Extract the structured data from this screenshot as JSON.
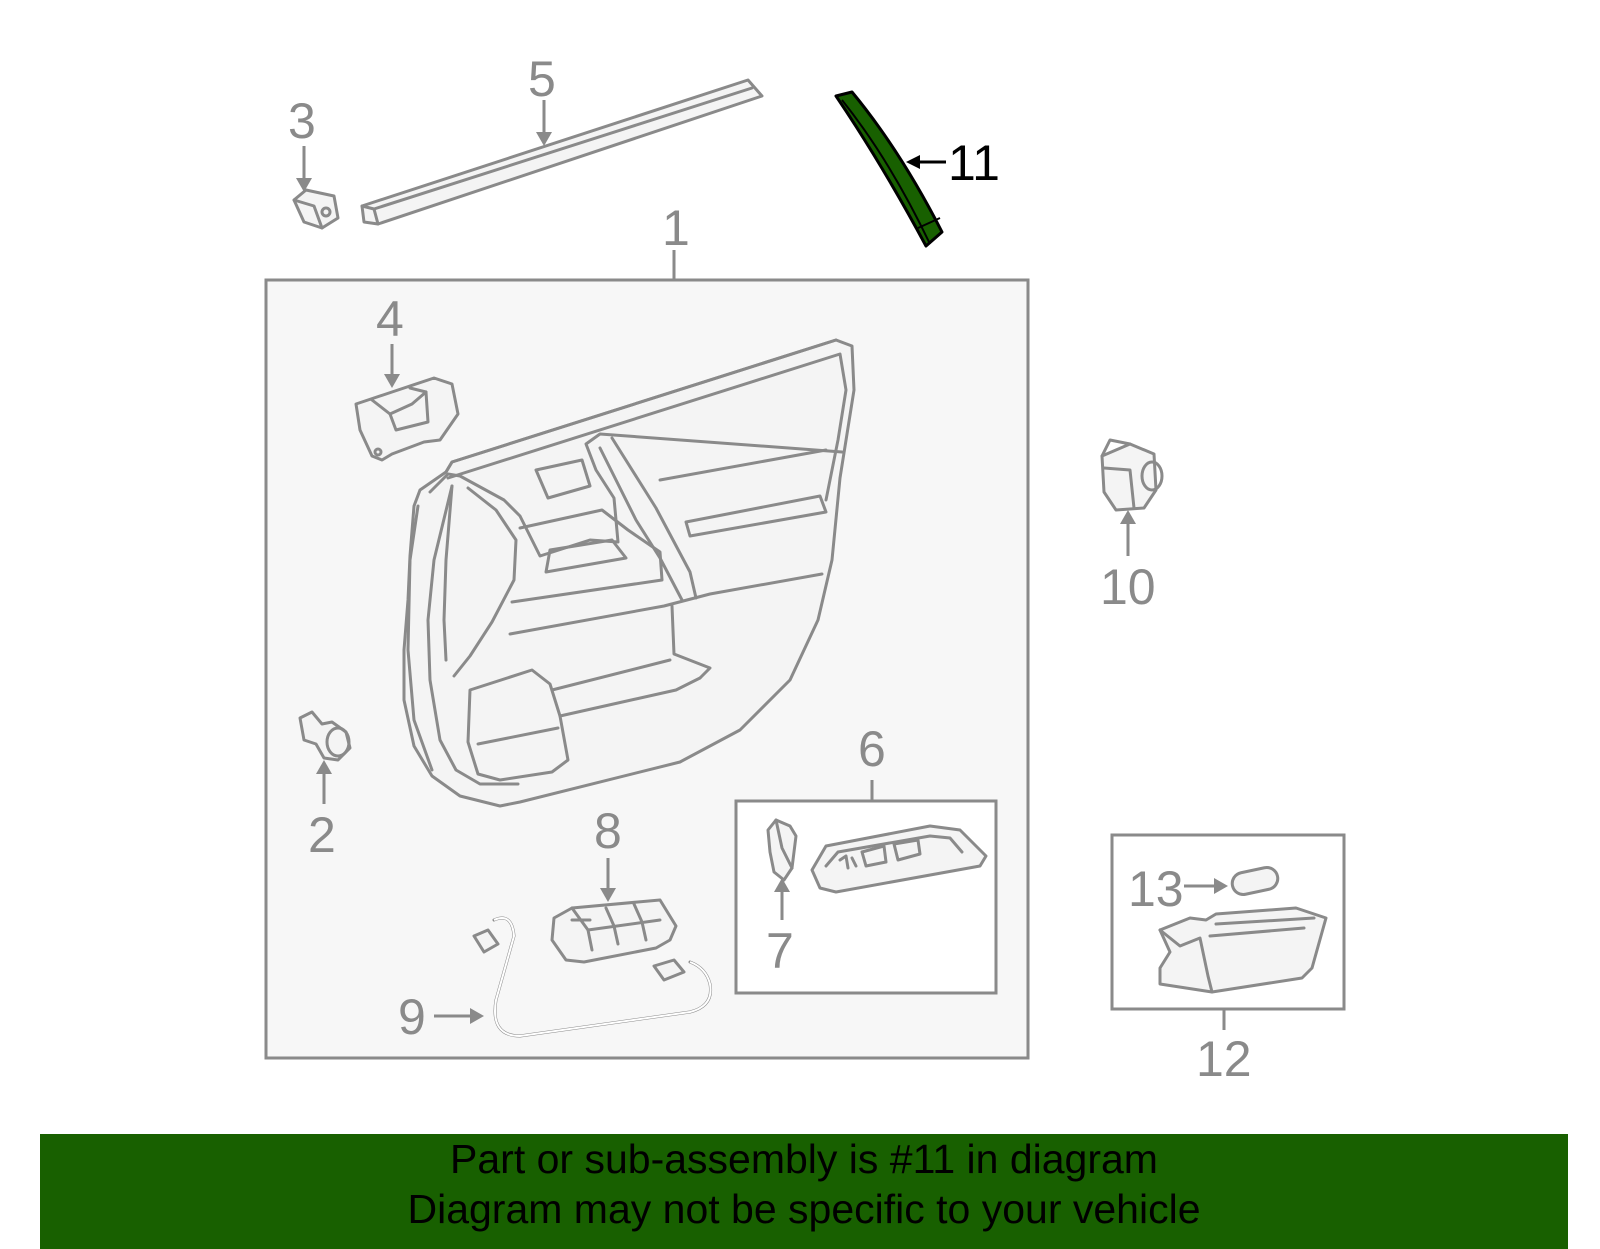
{
  "callouts": {
    "c1": "1",
    "c2": "2",
    "c3": "3",
    "c4": "4",
    "c5": "5",
    "c6": "6",
    "c7": "7",
    "c8": "8",
    "c9": "9",
    "c10": "10",
    "c11": "11",
    "c12": "12",
    "c13": "13"
  },
  "highlight": {
    "part": "11",
    "color": "#186000"
  },
  "colors": {
    "line": "#8a8a8a",
    "panel_fill": "#f7f7f7",
    "banner": "#186000"
  },
  "banner": {
    "line1": "Part or sub-assembly is #11 in diagram",
    "line2": "Diagram may not be specific to your vehicle"
  }
}
